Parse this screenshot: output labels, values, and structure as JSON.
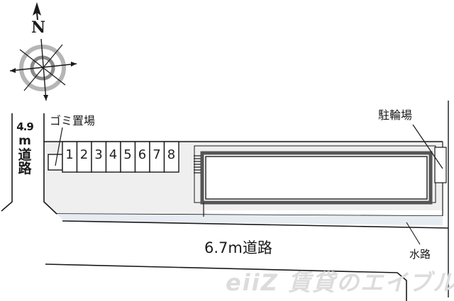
{
  "map": {
    "type": "site-plan",
    "compass": {
      "label": "N",
      "icon": "compass-rose-icon"
    },
    "roads": {
      "west": {
        "width": "4.9",
        "unit": "m",
        "label_1": "道",
        "label_2": "路"
      },
      "south": {
        "label": "6.7m道路"
      }
    },
    "labels": {
      "garbage": "ゴミ置場",
      "bicycle_parking": "駐輪場",
      "waterway": "水路"
    },
    "parking": {
      "slots": [
        "1",
        "2",
        "3",
        "4",
        "5",
        "6",
        "7",
        "8"
      ]
    },
    "watermark": "eiiZ 賃貸のエイブル"
  },
  "colors": {
    "line": "#1a1a1a",
    "site_fill": "#efefef",
    "building_border": "#555555",
    "waterway_fill": "#e6ecf2",
    "watermark": "#dcdcdc"
  }
}
